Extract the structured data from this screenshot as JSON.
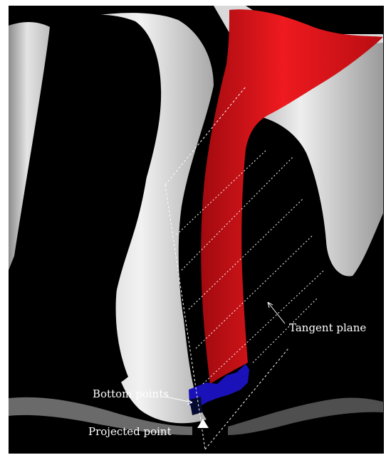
{
  "labels": {
    "tangent_plane": "Tangent plane",
    "bottom_points": "Bottom points",
    "projected_point": "Projected point"
  },
  "colors": {
    "background": "#000000",
    "surface_light": "#e6e6e6",
    "surface_mid": "#b8b8b8",
    "red_region": "#e0141a",
    "blue_region": "#1a12b8",
    "annotation": "#ffffff"
  }
}
